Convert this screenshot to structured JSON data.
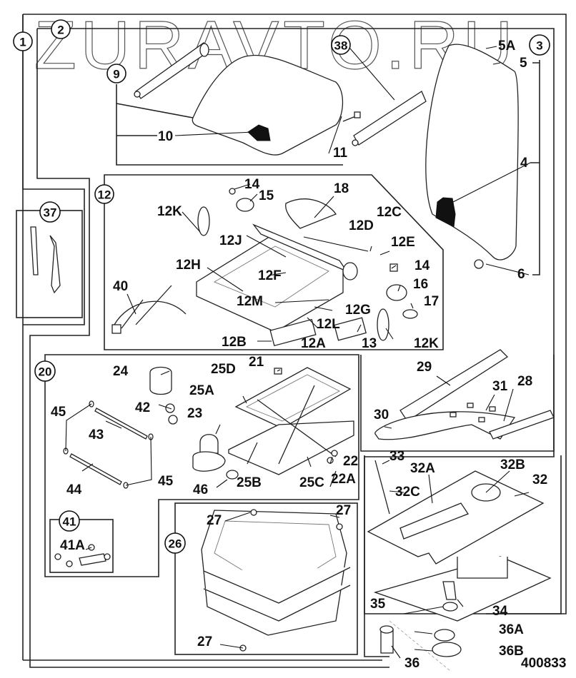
{
  "watermark": "ZURAVTO.RU",
  "reference_number": "400833",
  "group_callouts": {
    "g1": "1",
    "g2": "2",
    "g3": "3",
    "g9": "9",
    "g12": "12",
    "g20": "20",
    "g26": "26",
    "g37": "37",
    "g38": "38",
    "g41": "41"
  },
  "part_labels": {
    "p4": "4",
    "p5": "5",
    "p5A": "5A",
    "p6": "6",
    "p10": "10",
    "p11": "11",
    "p12A": "12A",
    "p12B": "12B",
    "p12C": "12C",
    "p12D": "12D",
    "p12E": "12E",
    "p12F": "12F",
    "p12G": "12G",
    "p12H": "12H",
    "p12J": "12J",
    "p12K_top": "12K",
    "p12K_bottom": "12K",
    "p12L": "12L",
    "p12M": "12M",
    "p13": "13",
    "p14_top": "14",
    "p14_mid": "14",
    "p15": "15",
    "p16": "16",
    "p17": "17",
    "p18": "18",
    "p21": "21",
    "p22": "22",
    "p22A": "22A",
    "p23": "23",
    "p24": "24",
    "p25A": "25A",
    "p25B": "25B",
    "p25C": "25C",
    "p25D": "25D",
    "p27_a": "27",
    "p27_b": "27",
    "p27_c": "27",
    "p28": "28",
    "p29": "29",
    "p30": "30",
    "p31": "31",
    "p32": "32",
    "p32A": "32A",
    "p32B": "32B",
    "p32C": "32C",
    "p33": "33",
    "p34": "34",
    "p35": "35",
    "p36": "36",
    "p36A": "36A",
    "p36B": "36B",
    "p40": "40",
    "p41A": "41A",
    "p42": "42",
    "p43": "43",
    "p44": "44",
    "p45_a": "45",
    "p45_b": "45",
    "p46": "46"
  }
}
